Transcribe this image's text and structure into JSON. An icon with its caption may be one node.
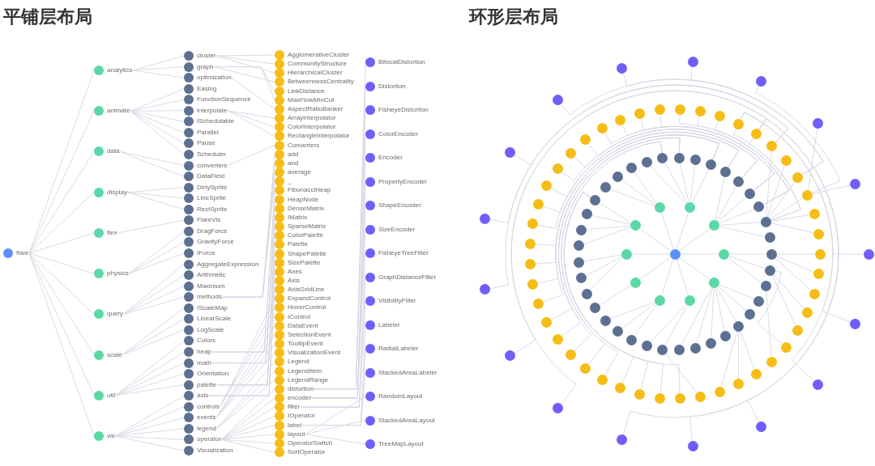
{
  "diagram": {
    "labels": [
      "平铺层布局",
      "环形层布局"
    ],
    "nodes": [
      {
        "text": [
          "flare"
        ]
      },
      {
        "text": [
          "analytics"
        ]
      },
      {
        "text": [
          "animate"
        ]
      },
      {
        "text": [
          "data"
        ]
      },
      {
        "text": [
          "display"
        ]
      },
      {
        "text": [
          "flex"
        ]
      },
      {
        "text": [
          "physics"
        ]
      },
      {
        "text": [
          "query"
        ]
      },
      {
        "text": [
          "scale"
        ]
      },
      {
        "text": [
          "util"
        ]
      },
      {
        "text": [
          "vis"
        ]
      },
      {
        "text": [
          "cluster"
        ]
      },
      {
        "text": [
          "graph"
        ]
      },
      {
        "text": [
          "optimization"
        ]
      },
      {
        "text": [
          "Easing"
        ]
      },
      {
        "text": [
          "FunctionSequence"
        ]
      },
      {
        "text": [
          "interpolate"
        ]
      },
      {
        "text": [
          "ISchedulable"
        ]
      },
      {
        "text": [
          "Parallel"
        ]
      },
      {
        "text": [
          "Pause"
        ]
      },
      {
        "text": [
          "Scheduler"
        ]
      },
      {
        "text": [
          "converters"
        ]
      },
      {
        "text": [
          "DataField"
        ]
      },
      {
        "text": [
          "DirtySprite"
        ]
      },
      {
        "text": [
          "LineSprite"
        ]
      },
      {
        "text": [
          "RectSprite"
        ]
      },
      {
        "text": [
          "FlareVis"
        ]
      },
      {
        "text": [
          "DragForce"
        ]
      },
      {
        "text": [
          "GravityForce"
        ]
      },
      {
        "text": [
          "IForce"
        ]
      },
      {
        "text": [
          "AggregateExpression"
        ]
      },
      {
        "text": [
          "Arithmetic"
        ]
      },
      {
        "text": [
          "Maximum"
        ]
      },
      {
        "text": [
          "methods"
        ]
      },
      {
        "text": [
          "IScaleMap"
        ]
      },
      {
        "text": [
          "LinearScale"
        ]
      },
      {
        "text": [
          "LogScale"
        ]
      },
      {
        "text": [
          "Colors"
        ]
      },
      {
        "text": [
          "heap"
        ]
      },
      {
        "text": [
          "math"
        ]
      },
      {
        "text": [
          "Orientation"
        ]
      },
      {
        "text": [
          "palette"
        ]
      },
      {
        "text": [
          "axis"
        ]
      },
      {
        "text": [
          "controls"
        ]
      },
      {
        "text": [
          "events"
        ]
      },
      {
        "text": [
          "legend"
        ]
      },
      {
        "text": [
          "operator"
        ]
      },
      {
        "text": [
          "Visualization"
        ]
      },
      {
        "text": [
          "AgglomerativeCluster"
        ]
      },
      {
        "text": [
          "CommunityStructure"
        ]
      },
      {
        "text": [
          "HierarchicalCluster"
        ]
      },
      {
        "text": [
          "BetweennessCentrality"
        ]
      },
      {
        "text": [
          "LinkDistance"
        ]
      },
      {
        "text": [
          "MaxFlowMinCut"
        ]
      },
      {
        "text": [
          "AspectRatioBanker"
        ]
      },
      {
        "text": [
          "ArrayInterpolator"
        ]
      },
      {
        "text": [
          "ColorInterpolator"
        ]
      },
      {
        "text": [
          "RectangleInterpolator"
        ]
      },
      {
        "text": [
          "Converters"
        ]
      },
      {
        "text": [
          "add"
        ]
      },
      {
        "text": [
          "and"
        ]
      },
      {
        "text": [
          "average"
        ]
      },
      {
        "text": [
          "_"
        ]
      },
      {
        "text": [
          "FibonacciHeap"
        ]
      },
      {
        "text": [
          "HeapNode"
        ]
      },
      {
        "text": [
          "DenseMatrix"
        ]
      },
      {
        "text": [
          "IMatrix"
        ]
      },
      {
        "text": [
          "SparseMatrix"
        ]
      },
      {
        "text": [
          "ColorPalette"
        ]
      },
      {
        "text": [
          "Palette"
        ]
      },
      {
        "text": [
          "ShapePalette"
        ]
      },
      {
        "text": [
          "SizePalette"
        ]
      },
      {
        "text": [
          "Axes"
        ]
      },
      {
        "text": [
          "Axis"
        ]
      },
      {
        "text": [
          "AxisGridLine"
        ]
      },
      {
        "text": [
          "ExpandControl"
        ]
      },
      {
        "text": [
          "HoverControl"
        ]
      },
      {
        "text": [
          "IControl"
        ]
      },
      {
        "text": [
          "DataEvent"
        ]
      },
      {
        "text": [
          "SelectionEvent"
        ]
      },
      {
        "text": [
          "TooltipEvent"
        ]
      },
      {
        "text": [
          "VisualizationEvent"
        ]
      },
      {
        "text": [
          "Legend"
        ]
      },
      {
        "text": [
          "LegendItem"
        ]
      },
      {
        "text": [
          "LegendRange"
        ]
      },
      {
        "text": [
          "distortion"
        ]
      },
      {
        "text": [
          "encoder"
        ]
      },
      {
        "text": [
          "filter"
        ]
      },
      {
        "text": [
          "IOperator"
        ]
      },
      {
        "text": [
          "label"
        ]
      },
      {
        "text": [
          "layout"
        ]
      },
      {
        "text": [
          "OperatorSwitch"
        ]
      },
      {
        "text": [
          "SortOperator"
        ]
      },
      {
        "text": [
          "BifocalDistortion"
        ]
      },
      {
        "text": [
          "Distortion"
        ]
      },
      {
        "text": [
          "FisheyeDistortion"
        ]
      },
      {
        "text": [
          "ColorEncoder"
        ]
      },
      {
        "text": [
          "Encoder"
        ]
      },
      {
        "text": [
          "PropertyEncoder"
        ]
      },
      {
        "text": [
          "ShapeEncoder"
        ]
      },
      {
        "text": [
          "SizeEncoder"
        ]
      },
      {
        "text": [
          "FisheyeTreeFilter"
        ]
      },
      {
        "text": [
          "GraphDistanceFilter"
        ]
      },
      {
        "text": [
          "VisibilityFilter"
        ]
      },
      {
        "text": [
          "Labeler"
        ]
      },
      {
        "text": [
          "RadialLabeler"
        ]
      },
      {
        "text": [
          "StackedAreaLabeler"
        ]
      },
      {
        "text": [
          "RandomLayout"
        ]
      },
      {
        "text": [
          "StackedAreaLayout"
        ]
      },
      {
        "text": [
          "TreeMapLayout"
        ]
      },
      {
        "text": [],
        "shape": "circle"
      },
      {
        "text": [],
        "shape": "circle"
      },
      {
        "text": [],
        "shape": "circle"
      },
      {
        "text": [],
        "shape": "circle"
      },
      {
        "text": [],
        "shape": "circle"
      },
      {
        "text": [],
        "shape": "circle"
      },
      {
        "text": [],
        "shape": "circle"
      },
      {
        "text": [],
        "shape": "circle"
      },
      {
        "text": [],
        "shape": "circle"
      },
      {
        "text": [],
        "shape": "circle"
      },
      {
        "text": [],
        "shape": "circle"
      },
      {
        "text": [],
        "shape": "circle"
      },
      {
        "text": [],
        "shape": "circle"
      },
      {
        "text": [],
        "shape": "circle"
      },
      {
        "text": [],
        "shape": "circle"
      },
      {
        "text": [],
        "shape": "circle"
      },
      {
        "text": [],
        "shape": "circle"
      },
      {
        "text": [],
        "shape": "circle"
      },
      {
        "text": [],
        "shape": "circle"
      },
      {
        "text": [],
        "shape": "circle"
      },
      {
        "text": [],
        "shape": "circle"
      },
      {
        "text": [],
        "shape": "circle"
      },
      {
        "text": [],
        "shape": "circle"
      },
      {
        "text": [],
        "shape": "circle"
      },
      {
        "text": [],
        "shape": "circle"
      },
      {
        "text": [],
        "shape": "circle"
      },
      {
        "text": [],
        "shape": "circle"
      },
      {
        "text": [],
        "shape": "circle"
      },
      {
        "text": [],
        "shape": "circle"
      },
      {
        "text": [],
        "shape": "circle"
      },
      {
        "text": [],
        "shape": "circle"
      },
      {
        "text": [],
        "shape": "circle"
      },
      {
        "text": [],
        "shape": "circle"
      },
      {
        "text": [],
        "shape": "circle"
      },
      {
        "text": [],
        "shape": "circle"
      },
      {
        "text": [],
        "shape": "circle"
      },
      {
        "text": [],
        "shape": "circle"
      },
      {
        "text": [],
        "shape": "circle"
      },
      {
        "text": [],
        "shape": "circle"
      },
      {
        "text": [],
        "shape": "circle"
      },
      {
        "text": [],
        "shape": "circle"
      },
      {
        "text": [],
        "shape": "circle"
      },
      {
        "text": [],
        "shape": "circle"
      },
      {
        "text": [],
        "shape": "circle"
      },
      {
        "text": [],
        "shape": "circle"
      },
      {
        "text": [],
        "shape": "circle"
      },
      {
        "text": [],
        "shape": "circle"
      },
      {
        "text": [],
        "shape": "circle"
      },
      {
        "text": [],
        "shape": "circle"
      },
      {
        "text": [],
        "shape": "circle"
      },
      {
        "text": [],
        "shape": "circle"
      },
      {
        "text": [],
        "shape": "circle"
      },
      {
        "text": [],
        "shape": "circle"
      },
      {
        "text": [],
        "shape": "circle"
      },
      {
        "text": [],
        "shape": "circle"
      },
      {
        "text": [],
        "shape": "circle"
      },
      {
        "text": [],
        "shape": "circle"
      },
      {
        "text": [],
        "shape": "circle"
      },
      {
        "text": [],
        "shape": "circle"
      },
      {
        "text": [],
        "shape": "circle"
      },
      {
        "text": [],
        "shape": "circle"
      },
      {
        "text": [],
        "shape": "circle"
      },
      {
        "text": [],
        "shape": "circle"
      },
      {
        "text": [],
        "shape": "circle"
      },
      {
        "text": [],
        "shape": "circle"
      },
      {
        "text": [],
        "shape": "circle"
      },
      {
        "text": [],
        "shape": "circle"
      },
      {
        "text": [],
        "shape": "circle"
      },
      {
        "text": [],
        "shape": "circle"
      },
      {
        "text": [],
        "shape": "circle"
      },
      {
        "text": [],
        "shape": "circle"
      },
      {
        "text": [],
        "shape": "circle"
      },
      {
        "text": [],
        "shape": "circle"
      },
      {
        "text": [],
        "shape": "circle"
      },
      {
        "text": [],
        "shape": "circle"
      },
      {
        "text": [],
        "shape": "circle"
      },
      {
        "text": [],
        "shape": "circle"
      },
      {
        "text": [],
        "shape": "circle"
      },
      {
        "text": [],
        "shape": "circle"
      },
      {
        "text": [],
        "shape": "circle"
      },
      {
        "text": [],
        "shape": "circle"
      },
      {
        "text": [],
        "shape": "circle"
      },
      {
        "text": [],
        "shape": "circle"
      },
      {
        "text": [],
        "shape": "circle"
      },
      {
        "text": [],
        "shape": "circle"
      },
      {
        "text": [],
        "shape": "circle"
      },
      {
        "text": [],
        "shape": "circle"
      },
      {
        "text": [],
        "shape": "circle"
      },
      {
        "text": [],
        "shape": "circle"
      },
      {
        "text": [],
        "shape": "circle"
      },
      {
        "text": [],
        "shape": "circle"
      },
      {
        "text": [],
        "shape": "circle"
      },
      {
        "text": [],
        "shape": "circle"
      },
      {
        "text": [],
        "shape": "circle"
      },
      {
        "text": [],
        "shape": "circle"
      },
      {
        "text": [],
        "shape": "circle"
      },
      {
        "text": [],
        "shape": "circle"
      },
      {
        "text": [],
        "shape": "circle"
      },
      {
        "text": [],
        "shape": "circle"
      },
      {
        "text": [],
        "shape": "circle"
      },
      {
        "text": [],
        "shape": "circle"
      },
      {
        "text": [],
        "shape": "circle"
      },
      {
        "text": [],
        "shape": "circle"
      },
      {
        "text": [],
        "shape": "circle"
      },
      {
        "text": [],
        "shape": "circle"
      },
      {
        "text": [],
        "shape": "circle"
      },
      {
        "text": [],
        "shape": "circle"
      },
      {
        "text": [],
        "shape": "circle"
      },
      {
        "text": [],
        "shape": "circle"
      },
      {
        "text": [],
        "shape": "circle"
      }
    ],
    "edges": [
      {
        "from": 0,
        "to": 1,
        "arrow": "none"
      },
      {
        "from": 0,
        "to": 2,
        "arrow": "none"
      },
      {
        "from": 0,
        "to": 3,
        "arrow": "none"
      },
      {
        "from": 0,
        "to": 4,
        "arrow": "none"
      },
      {
        "from": 0,
        "to": 5,
        "arrow": "none"
      },
      {
        "from": 0,
        "to": 6,
        "arrow": "none"
      },
      {
        "from": 0,
        "to": 7,
        "arrow": "none"
      },
      {
        "from": 0,
        "to": 8,
        "arrow": "none"
      },
      {
        "from": 0,
        "to": 9,
        "arrow": "none"
      },
      {
        "from": 0,
        "to": 10,
        "arrow": "none"
      },
      {
        "from": 1,
        "to": 11,
        "arrow": "none"
      },
      {
        "from": 1,
        "to": 12,
        "arrow": "none"
      },
      {
        "from": 1,
        "to": 13,
        "arrow": "none"
      },
      {
        "from": 2,
        "to": 14,
        "arrow": "none"
      },
      {
        "from": 2,
        "to": 15,
        "arrow": "none"
      },
      {
        "from": 2,
        "to": 16,
        "arrow": "none"
      },
      {
        "from": 2,
        "to": 17,
        "arrow": "none"
      },
      {
        "from": 2,
        "to": 18,
        "arrow": "none"
      },
      {
        "from": 2,
        "to": 19,
        "arrow": "none"
      },
      {
        "from": 2,
        "to": 20,
        "arrow": "none"
      },
      {
        "from": 3,
        "to": 21,
        "arrow": "none"
      },
      {
        "from": 3,
        "to": 22,
        "arrow": "none"
      },
      {
        "from": 4,
        "to": 23,
        "arrow": "none"
      },
      {
        "from": 4,
        "to": 24,
        "arrow": "none"
      },
      {
        "from": 4,
        "to": 25,
        "arrow": "none"
      },
      {
        "from": 5,
        "to": 26,
        "arrow": "none"
      },
      {
        "from": 6,
        "to": 27,
        "arrow": "none"
      },
      {
        "from": 6,
        "to": 28,
        "arrow": "none"
      },
      {
        "from": 6,
        "to": 29,
        "arrow": "none"
      },
      {
        "from": 7,
        "to": 30,
        "arrow": "none"
      },
      {
        "from": 7,
        "to": 31,
        "arrow": "none"
      },
      {
        "from": 7,
        "to": 32,
        "arrow": "none"
      },
      {
        "from": 7,
        "to": 33,
        "arrow": "none"
      },
      {
        "from": 8,
        "to": 34,
        "arrow": "none"
      },
      {
        "from": 8,
        "to": 35,
        "arrow": "none"
      },
      {
        "from": 8,
        "to": 36,
        "arrow": "none"
      },
      {
        "from": 9,
        "to": 37,
        "arrow": "none"
      },
      {
        "from": 9,
        "to": 38,
        "arrow": "none"
      },
      {
        "from": 9,
        "to": 39,
        "arrow": "none"
      },
      {
        "from": 9,
        "to": 40,
        "arrow": "none"
      },
      {
        "from": 9,
        "to": 41,
        "arrow": "none"
      },
      {
        "from": 10,
        "to": 42,
        "arrow": "none"
      },
      {
        "from": 10,
        "to": 43,
        "arrow": "none"
      },
      {
        "from": 10,
        "to": 44,
        "arrow": "none"
      },
      {
        "from": 10,
        "to": 45,
        "arrow": "none"
      },
      {
        "from": 10,
        "to": 46,
        "arrow": "none"
      },
      {
        "from": 10,
        "to": 47,
        "arrow": "none"
      },
      {
        "from": 11,
        "to": 48,
        "arrow": "none"
      },
      {
        "from": 11,
        "to": 49,
        "arrow": "none"
      },
      {
        "from": 11,
        "to": 50,
        "arrow": "none"
      },
      {
        "from": 12,
        "to": 51,
        "arrow": "none"
      },
      {
        "from": 12,
        "to": 52,
        "arrow": "none"
      },
      {
        "from": 12,
        "to": 53,
        "arrow": "none"
      },
      {
        "from": 13,
        "to": 54,
        "arrow": "none"
      },
      {
        "from": 16,
        "to": 55,
        "arrow": "none"
      },
      {
        "from": 16,
        "to": 56,
        "arrow": "none"
      },
      {
        "from": 16,
        "to": 57,
        "arrow": "none"
      },
      {
        "from": 21,
        "to": 58,
        "arrow": "none"
      },
      {
        "from": 33,
        "to": 59,
        "arrow": "none"
      },
      {
        "from": 33,
        "to": 60,
        "arrow": "none"
      },
      {
        "from": 33,
        "to": 61,
        "arrow": "none"
      },
      {
        "from": 33,
        "to": 62,
        "arrow": "none"
      },
      {
        "from": 38,
        "to": 63,
        "arrow": "none"
      },
      {
        "from": 38,
        "to": 64,
        "arrow": "none"
      },
      {
        "from": 39,
        "to": 65,
        "arrow": "none"
      },
      {
        "from": 39,
        "to": 66,
        "arrow": "none"
      },
      {
        "from": 39,
        "to": 67,
        "arrow": "none"
      },
      {
        "from": 41,
        "to": 68,
        "arrow": "none"
      },
      {
        "from": 41,
        "to": 69,
        "arrow": "none"
      },
      {
        "from": 41,
        "to": 70,
        "arrow": "none"
      },
      {
        "from": 41,
        "to": 71,
        "arrow": "none"
      },
      {
        "from": 42,
        "to": 72,
        "arrow": "none"
      },
      {
        "from": 42,
        "to": 73,
        "arrow": "none"
      },
      {
        "from": 42,
        "to": 74,
        "arrow": "none"
      },
      {
        "from": 43,
        "to": 75,
        "arrow": "none"
      },
      {
        "from": 43,
        "to": 76,
        "arrow": "none"
      },
      {
        "from": 43,
        "to": 77,
        "arrow": "none"
      },
      {
        "from": 44,
        "to": 78,
        "arrow": "none"
      },
      {
        "from": 44,
        "to": 79,
        "arrow": "none"
      },
      {
        "from": 44,
        "to": 80,
        "arrow": "none"
      },
      {
        "from": 44,
        "to": 81,
        "arrow": "none"
      },
      {
        "from": 45,
        "to": 82,
        "arrow": "none"
      },
      {
        "from": 45,
        "to": 83,
        "arrow": "none"
      },
      {
        "from": 45,
        "to": 84,
        "arrow": "none"
      },
      {
        "from": 46,
        "to": 85,
        "arrow": "none"
      },
      {
        "from": 46,
        "to": 86,
        "arrow": "none"
      },
      {
        "from": 46,
        "to": 87,
        "arrow": "none"
      },
      {
        "from": 46,
        "to": 88,
        "arrow": "none"
      },
      {
        "from": 46,
        "to": 89,
        "arrow": "none"
      },
      {
        "from": 46,
        "to": 90,
        "arrow": "none"
      },
      {
        "from": 46,
        "to": 91,
        "arrow": "none"
      },
      {
        "from": 46,
        "to": 92,
        "arrow": "none"
      },
      {
        "from": 85,
        "to": 93,
        "arrow": "none"
      },
      {
        "from": 85,
        "to": 94,
        "arrow": "none"
      },
      {
        "from": 85,
        "to": 95,
        "arrow": "none"
      },
      {
        "from": 86,
        "to": 96,
        "arrow": "none"
      },
      {
        "from": 86,
        "to": 97,
        "arrow": "none"
      },
      {
        "from": 86,
        "to": 98,
        "arrow": "none"
      },
      {
        "from": 86,
        "to": 99,
        "arrow": "none"
      },
      {
        "from": 86,
        "to": 100,
        "arrow": "none"
      },
      {
        "from": 87,
        "to": 101,
        "arrow": "none"
      },
      {
        "from": 87,
        "to": 102,
        "arrow": "none"
      },
      {
        "from": 87,
        "to": 103,
        "arrow": "none"
      },
      {
        "from": 89,
        "to": 104,
        "arrow": "none"
      },
      {
        "from": 89,
        "to": 105,
        "arrow": "none"
      },
      {
        "from": 89,
        "to": 106,
        "arrow": "none"
      },
      {
        "from": 90,
        "to": 107,
        "arrow": "none"
      },
      {
        "from": 90,
        "to": 108,
        "arrow": "none"
      },
      {
        "from": 90,
        "to": 109,
        "arrow": "none"
      },
      {
        "from": 110,
        "to": 111,
        "arrow": "none"
      },
      {
        "from": 110,
        "to": 112,
        "arrow": "none"
      },
      {
        "from": 110,
        "to": 113,
        "arrow": "none"
      },
      {
        "from": 110,
        "to": 114,
        "arrow": "none"
      },
      {
        "from": 110,
        "to": 115,
        "arrow": "none"
      },
      {
        "from": 110,
        "to": 116,
        "arrow": "none"
      },
      {
        "from": 110,
        "to": 117,
        "arrow": "none"
      },
      {
        "from": 110,
        "to": 118,
        "arrow": "none"
      },
      {
        "from": 110,
        "to": 119,
        "arrow": "none"
      },
      {
        "from": 110,
        "to": 120,
        "arrow": "none"
      },
      {
        "from": 111,
        "to": 121,
        "arrow": "none"
      },
      {
        "from": 111,
        "to": 122,
        "arrow": "none"
      },
      {
        "from": 111,
        "to": 123,
        "arrow": "none"
      },
      {
        "from": 112,
        "to": 124,
        "arrow": "none"
      },
      {
        "from": 112,
        "to": 125,
        "arrow": "none"
      },
      {
        "from": 112,
        "to": 126,
        "arrow": "none"
      },
      {
        "from": 112,
        "to": 127,
        "arrow": "none"
      },
      {
        "from": 112,
        "to": 128,
        "arrow": "none"
      },
      {
        "from": 112,
        "to": 129,
        "arrow": "none"
      },
      {
        "from": 112,
        "to": 130,
        "arrow": "none"
      },
      {
        "from": 113,
        "to": 131,
        "arrow": "none"
      },
      {
        "from": 113,
        "to": 132,
        "arrow": "none"
      },
      {
        "from": 114,
        "to": 133,
        "arrow": "none"
      },
      {
        "from": 114,
        "to": 134,
        "arrow": "none"
      },
      {
        "from": 114,
        "to": 135,
        "arrow": "none"
      },
      {
        "from": 115,
        "to": 136,
        "arrow": "none"
      },
      {
        "from": 116,
        "to": 137,
        "arrow": "none"
      },
      {
        "from": 116,
        "to": 138,
        "arrow": "none"
      },
      {
        "from": 116,
        "to": 139,
        "arrow": "none"
      },
      {
        "from": 117,
        "to": 140,
        "arrow": "none"
      },
      {
        "from": 117,
        "to": 141,
        "arrow": "none"
      },
      {
        "from": 117,
        "to": 142,
        "arrow": "none"
      },
      {
        "from": 117,
        "to": 143,
        "arrow": "none"
      },
      {
        "from": 118,
        "to": 144,
        "arrow": "none"
      },
      {
        "from": 118,
        "to": 145,
        "arrow": "none"
      },
      {
        "from": 118,
        "to": 146,
        "arrow": "none"
      },
      {
        "from": 119,
        "to": 147,
        "arrow": "none"
      },
      {
        "from": 119,
        "to": 148,
        "arrow": "none"
      },
      {
        "from": 119,
        "to": 149,
        "arrow": "none"
      },
      {
        "from": 119,
        "to": 150,
        "arrow": "none"
      },
      {
        "from": 119,
        "to": 151,
        "arrow": "none"
      },
      {
        "from": 120,
        "to": 152,
        "arrow": "none"
      },
      {
        "from": 120,
        "to": 153,
        "arrow": "none"
      },
      {
        "from": 120,
        "to": 154,
        "arrow": "none"
      },
      {
        "from": 120,
        "to": 155,
        "arrow": "none"
      },
      {
        "from": 120,
        "to": 156,
        "arrow": "none"
      },
      {
        "from": 120,
        "to": 157,
        "arrow": "none"
      },
      {
        "from": 121,
        "to": 158,
        "arrow": "none"
      },
      {
        "from": 121,
        "to": 159,
        "arrow": "none"
      },
      {
        "from": 121,
        "to": 160,
        "arrow": "none"
      },
      {
        "from": 122,
        "to": 161,
        "arrow": "none"
      },
      {
        "from": 122,
        "to": 162,
        "arrow": "none"
      },
      {
        "from": 122,
        "to": 163,
        "arrow": "none"
      },
      {
        "from": 123,
        "to": 164,
        "arrow": "none"
      },
      {
        "from": 126,
        "to": 165,
        "arrow": "none"
      },
      {
        "from": 126,
        "to": 166,
        "arrow": "none"
      },
      {
        "from": 126,
        "to": 167,
        "arrow": "none"
      },
      {
        "from": 131,
        "to": 168,
        "arrow": "none"
      },
      {
        "from": 143,
        "to": 169,
        "arrow": "none"
      },
      {
        "from": 143,
        "to": 170,
        "arrow": "none"
      },
      {
        "from": 143,
        "to": 171,
        "arrow": "none"
      },
      {
        "from": 143,
        "to": 172,
        "arrow": "none"
      },
      {
        "from": 148,
        "to": 173,
        "arrow": "none"
      },
      {
        "from": 148,
        "to": 174,
        "arrow": "none"
      },
      {
        "from": 149,
        "to": 175,
        "arrow": "none"
      },
      {
        "from": 149,
        "to": 176,
        "arrow": "none"
      },
      {
        "from": 149,
        "to": 177,
        "arrow": "none"
      },
      {
        "from": 151,
        "to": 178,
        "arrow": "none"
      },
      {
        "from": 151,
        "to": 179,
        "arrow": "none"
      },
      {
        "from": 151,
        "to": 180,
        "arrow": "none"
      },
      {
        "from": 151,
        "to": 181,
        "arrow": "none"
      },
      {
        "from": 152,
        "to": 182,
        "arrow": "none"
      },
      {
        "from": 152,
        "to": 183,
        "arrow": "none"
      },
      {
        "from": 152,
        "to": 184,
        "arrow": "none"
      },
      {
        "from": 153,
        "to": 185,
        "arrow": "none"
      },
      {
        "from": 153,
        "to": 186,
        "arrow": "none"
      },
      {
        "from": 153,
        "to": 187,
        "arrow": "none"
      },
      {
        "from": 154,
        "to": 188,
        "arrow": "none"
      },
      {
        "from": 154,
        "to": 189,
        "arrow": "none"
      },
      {
        "from": 154,
        "to": 190,
        "arrow": "none"
      },
      {
        "from": 154,
        "to": 191,
        "arrow": "none"
      },
      {
        "from": 155,
        "to": 192,
        "arrow": "none"
      },
      {
        "from": 155,
        "to": 193,
        "arrow": "none"
      },
      {
        "from": 155,
        "to": 194,
        "arrow": "none"
      },
      {
        "from": 156,
        "to": 195,
        "arrow": "none"
      },
      {
        "from": 156,
        "to": 196,
        "arrow": "none"
      },
      {
        "from": 156,
        "to": 197,
        "arrow": "none"
      },
      {
        "from": 156,
        "to": 198,
        "arrow": "none"
      },
      {
        "from": 156,
        "to": 199,
        "arrow": "none"
      },
      {
        "from": 156,
        "to": 200,
        "arrow": "none"
      },
      {
        "from": 156,
        "to": 201,
        "arrow": "none"
      },
      {
        "from": 156,
        "to": 202,
        "arrow": "none"
      },
      {
        "from": 195,
        "to": 203,
        "arrow": "none"
      },
      {
        "from": 195,
        "to": 204,
        "arrow": "none"
      },
      {
        "from": 195,
        "to": 205,
        "arrow": "none"
      },
      {
        "from": 196,
        "to": 206,
        "arrow": "none"
      },
      {
        "from": 196,
        "to": 207,
        "arrow": "none"
      },
      {
        "from": 196,
        "to": 208,
        "arrow": "none"
      },
      {
        "from": 196,
        "to": 209,
        "arrow": "none"
      },
      {
        "from": 196,
        "to": 210,
        "arrow": "none"
      },
      {
        "from": 197,
        "to": 211,
        "arrow": "none"
      },
      {
        "from": 197,
        "to": 212,
        "arrow": "none"
      },
      {
        "from": 197,
        "to": 213,
        "arrow": "none"
      },
      {
        "from": 199,
        "to": 214,
        "arrow": "none"
      },
      {
        "from": 199,
        "to": 215,
        "arrow": "none"
      },
      {
        "from": 199,
        "to": 216,
        "arrow": "none"
      },
      {
        "from": 200,
        "to": 217,
        "arrow": "none"
      },
      {
        "from": 200,
        "to": 218,
        "arrow": "none"
      },
      {
        "from": 200,
        "to": 219,
        "arrow": "none"
      }
    ]
  }
}
